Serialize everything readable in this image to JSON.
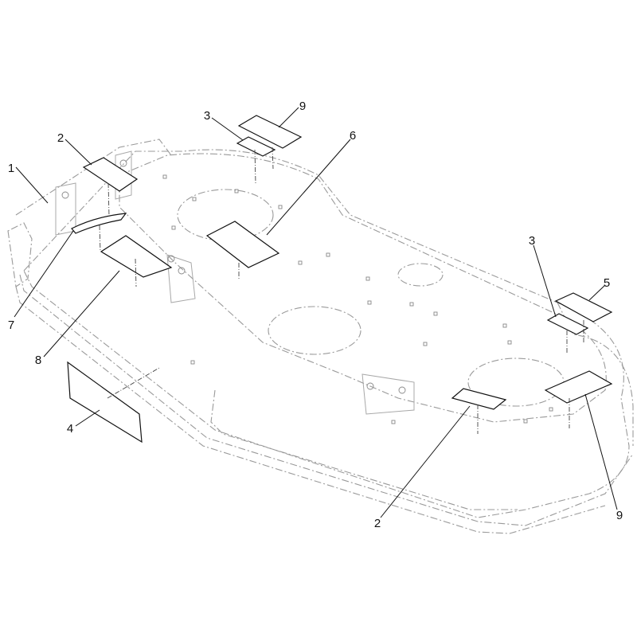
{
  "callouts": [
    {
      "label": "1"
    },
    {
      "label": "2"
    },
    {
      "label": "3"
    },
    {
      "label": "9"
    },
    {
      "label": "6"
    },
    {
      "label": "3"
    },
    {
      "label": "5"
    },
    {
      "label": "7"
    },
    {
      "label": "8"
    },
    {
      "label": "4"
    },
    {
      "label": "2"
    },
    {
      "label": "9"
    }
  ],
  "colors": {
    "line": "#111111",
    "deck_outline": "#9a9a9a",
    "background": "#ffffff"
  }
}
